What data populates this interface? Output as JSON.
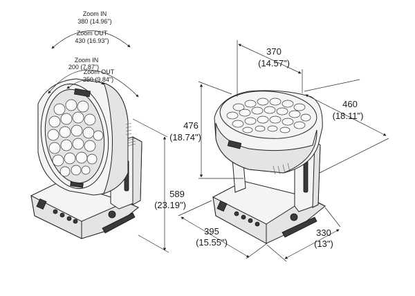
{
  "left_fixture": {
    "zoom_in_wide_label": "Zoom IN",
    "zoom_in_wide_value": "380 (14.96\")",
    "zoom_out_wide_label": "Zoom OUT",
    "zoom_out_wide_value": "430 (16.93\")",
    "zoom_in_narrow_label": "Zoom IN",
    "zoom_in_narrow_value": "200 (7.87\")",
    "zoom_out_narrow_label": "Zoom OUT",
    "zoom_out_narrow_value": "250 (9.84\")",
    "height_mm": "589",
    "height_in": "(23.19\")"
  },
  "right_fixture": {
    "head_width_mm": "370",
    "head_width_in": "(14.57\")",
    "head_depth_mm": "460",
    "head_depth_in": "(18.11\")",
    "head_height_mm": "476",
    "head_height_in": "(18.74\")",
    "base_width_mm": "395",
    "base_width_in": "(15.55\")",
    "base_depth_mm": "330",
    "base_depth_in": "(13\")"
  }
}
